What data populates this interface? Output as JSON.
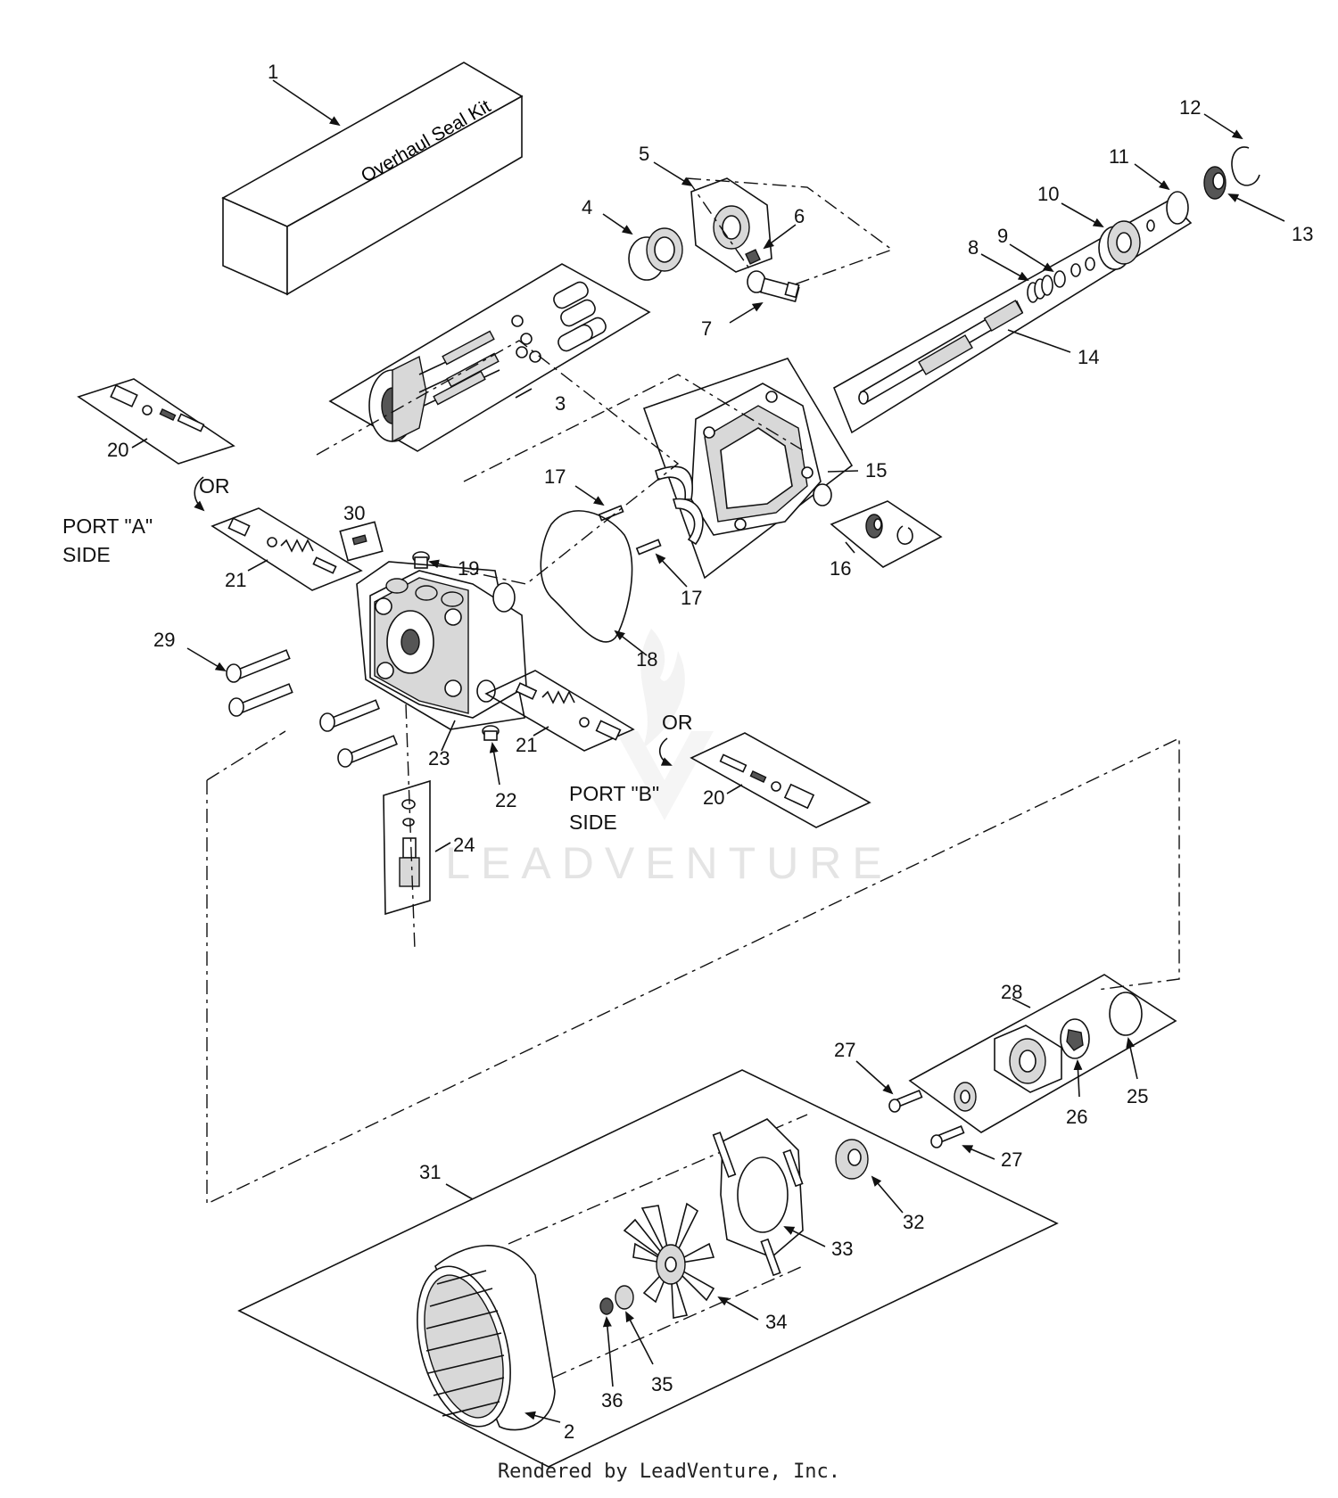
{
  "kit_label": "Overhaul Seal Kit",
  "callouts": [
    {
      "id": "c1",
      "text": "1"
    },
    {
      "id": "c2",
      "text": "2"
    },
    {
      "id": "c3",
      "text": "3"
    },
    {
      "id": "c4",
      "text": "4"
    },
    {
      "id": "c5",
      "text": "5"
    },
    {
      "id": "c6",
      "text": "6"
    },
    {
      "id": "c7",
      "text": "7"
    },
    {
      "id": "c8",
      "text": "8"
    },
    {
      "id": "c9",
      "text": "9"
    },
    {
      "id": "c10",
      "text": "10"
    },
    {
      "id": "c11",
      "text": "11"
    },
    {
      "id": "c12",
      "text": "12"
    },
    {
      "id": "c13",
      "text": "13"
    },
    {
      "id": "c14",
      "text": "14"
    },
    {
      "id": "c15",
      "text": "15"
    },
    {
      "id": "c16",
      "text": "16"
    },
    {
      "id": "c17a",
      "text": "17"
    },
    {
      "id": "c17b",
      "text": "17"
    },
    {
      "id": "c18",
      "text": "18"
    },
    {
      "id": "c19",
      "text": "19"
    },
    {
      "id": "c20a",
      "text": "20"
    },
    {
      "id": "c20b",
      "text": "20"
    },
    {
      "id": "c21a",
      "text": "21"
    },
    {
      "id": "c21b",
      "text": "21"
    },
    {
      "id": "c22",
      "text": "22"
    },
    {
      "id": "c23",
      "text": "23"
    },
    {
      "id": "c24",
      "text": "24"
    },
    {
      "id": "c25",
      "text": "25"
    },
    {
      "id": "c26",
      "text": "26"
    },
    {
      "id": "c27a",
      "text": "27"
    },
    {
      "id": "c27b",
      "text": "27"
    },
    {
      "id": "c28",
      "text": "28"
    },
    {
      "id": "c29",
      "text": "29"
    },
    {
      "id": "c30",
      "text": "30"
    },
    {
      "id": "c31",
      "text": "31"
    },
    {
      "id": "c32",
      "text": "32"
    },
    {
      "id": "c33",
      "text": "33"
    },
    {
      "id": "c34",
      "text": "34"
    },
    {
      "id": "c35",
      "text": "35"
    },
    {
      "id": "c36",
      "text": "36"
    }
  ],
  "or_top": "OR",
  "or_bottom": "OR",
  "port_a": {
    "line1": "PORT \"A\"",
    "line2": "SIDE"
  },
  "port_b": {
    "line1": "PORT \"B\"",
    "line2": "SIDE"
  },
  "watermark": "LEADVENTURE",
  "footer": "Rendered by LeadVenture, Inc."
}
